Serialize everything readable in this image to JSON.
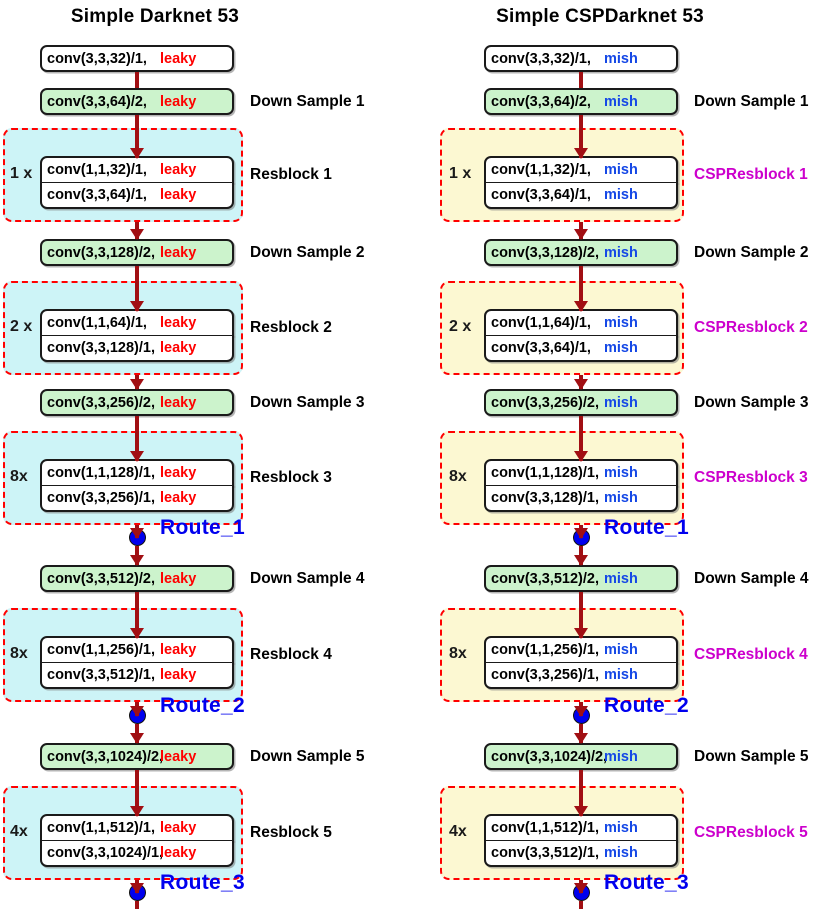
{
  "figure": {
    "columns": [
      {
        "id": "darknet",
        "title": "Simple Darknet 53",
        "activation": "leaky",
        "activation_color": "#ff0000",
        "group_fill": "#cdf4f7",
        "group_border": "#ff0000",
        "group_label_color": "#000000",
        "stages": [
          {
            "kind": "conv",
            "spec": "conv(3,3,32)/1,",
            "act": "leaky",
            "green": false,
            "label": ""
          },
          {
            "kind": "conv",
            "spec": "conv(3,3,64)/2,",
            "act": "leaky",
            "green": true,
            "label": "Down Sample 1"
          },
          {
            "kind": "group",
            "mult": "1 x",
            "label": "Resblock 1",
            "rows": [
              {
                "spec": "conv(1,1,32)/1,",
                "act": "leaky"
              },
              {
                "spec": "conv(3,3,64)/1,",
                "act": "leaky"
              }
            ]
          },
          {
            "kind": "conv",
            "spec": "conv(3,3,128)/2,",
            "act": "leaky",
            "green": true,
            "label": "Down Sample 2"
          },
          {
            "kind": "group",
            "mult": "2 x",
            "label": "Resblock 2",
            "rows": [
              {
                "spec": "conv(1,1,64)/1,",
                "act": "leaky"
              },
              {
                "spec": "conv(3,3,128)/1,",
                "act": "leaky"
              }
            ]
          },
          {
            "kind": "conv",
            "spec": "conv(3,3,256)/2,",
            "act": "leaky",
            "green": true,
            "label": "Down Sample 3"
          },
          {
            "kind": "group",
            "mult": "8x",
            "label": "Resblock 3",
            "rows": [
              {
                "spec": "conv(1,1,128)/1,",
                "act": "leaky"
              },
              {
                "spec": "conv(3,3,256)/1,",
                "act": "leaky"
              }
            ]
          },
          {
            "kind": "route",
            "label": "Route_1"
          },
          {
            "kind": "conv",
            "spec": "conv(3,3,512)/2,",
            "act": "leaky",
            "green": true,
            "label": "Down Sample 4"
          },
          {
            "kind": "group",
            "mult": "8x",
            "label": "Resblock 4",
            "rows": [
              {
                "spec": "conv(1,1,256)/1,",
                "act": "leaky"
              },
              {
                "spec": "conv(3,3,512)/1,",
                "act": "leaky"
              }
            ]
          },
          {
            "kind": "route",
            "label": "Route_2"
          },
          {
            "kind": "conv",
            "spec": "conv(3,3,1024)/2,",
            "act": "leaky",
            "green": true,
            "label": "Down Sample 5"
          },
          {
            "kind": "group",
            "mult": "4x",
            "label": "Resblock 5",
            "rows": [
              {
                "spec": "conv(1,1,512)/1,",
                "act": "leaky"
              },
              {
                "spec": "conv(3,3,1024)/1,",
                "act": "leaky"
              }
            ]
          },
          {
            "kind": "route",
            "label": "Route_3"
          }
        ]
      },
      {
        "id": "cspdarknet",
        "title": "Simple CSPDarknet 53",
        "activation": "mish",
        "activation_color": "#1447e6",
        "group_fill": "#fcf8d2",
        "group_border": "#ff0000",
        "group_label_color": "#cc00cc",
        "stages": [
          {
            "kind": "conv",
            "spec": "conv(3,3,32)/1,",
            "act": "mish",
            "green": false,
            "label": ""
          },
          {
            "kind": "conv",
            "spec": "conv(3,3,64)/2,",
            "act": "mish",
            "green": true,
            "label": "Down Sample 1"
          },
          {
            "kind": "group",
            "mult": "1 x",
            "label": "CSPResblock  1",
            "rows": [
              {
                "spec": "conv(1,1,32)/1,",
                "act": "mish"
              },
              {
                "spec": "conv(3,3,64)/1,",
                "act": "mish"
              }
            ]
          },
          {
            "kind": "conv",
            "spec": "conv(3,3,128)/2,",
            "act": "mish",
            "green": true,
            "label": "Down Sample 2"
          },
          {
            "kind": "group",
            "mult": "2 x",
            "label": "CSPResblock 2",
            "rows": [
              {
                "spec": "conv(1,1,64)/1,",
                "act": "mish"
              },
              {
                "spec": "conv(3,3,64)/1,",
                "act": "mish"
              }
            ]
          },
          {
            "kind": "conv",
            "spec": "conv(3,3,256)/2,",
            "act": "mish",
            "green": true,
            "label": "Down Sample 3"
          },
          {
            "kind": "group",
            "mult": "8x",
            "label": "CSPResblock 3",
            "rows": [
              {
                "spec": "conv(1,1,128)/1,",
                "act": "mish"
              },
              {
                "spec": "conv(3,3,128)/1,",
                "act": "mish"
              }
            ]
          },
          {
            "kind": "route",
            "label": "Route_1"
          },
          {
            "kind": "conv",
            "spec": "conv(3,3,512)/2,",
            "act": "mish",
            "green": true,
            "label": "Down Sample 4"
          },
          {
            "kind": "group",
            "mult": "8x",
            "label": "CSPResblock 4",
            "rows": [
              {
                "spec": "conv(1,1,256)/1,",
                "act": "mish"
              },
              {
                "spec": "conv(3,3,256)/1,",
                "act": "mish"
              }
            ]
          },
          {
            "kind": "route",
            "label": "Route_2"
          },
          {
            "kind": "conv",
            "spec": "conv(3,3,1024)/2,",
            "act": "mish",
            "green": true,
            "label": "Down Sample 5"
          },
          {
            "kind": "group",
            "mult": "4x",
            "label": "CSPResblock 5",
            "rows": [
              {
                "spec": "conv(1,1,512)/1,",
                "act": "mish"
              },
              {
                "spec": "conv(3,3,512)/1,",
                "act": "mish"
              }
            ]
          },
          {
            "kind": "route",
            "label": "Route_3"
          }
        ]
      }
    ]
  }
}
